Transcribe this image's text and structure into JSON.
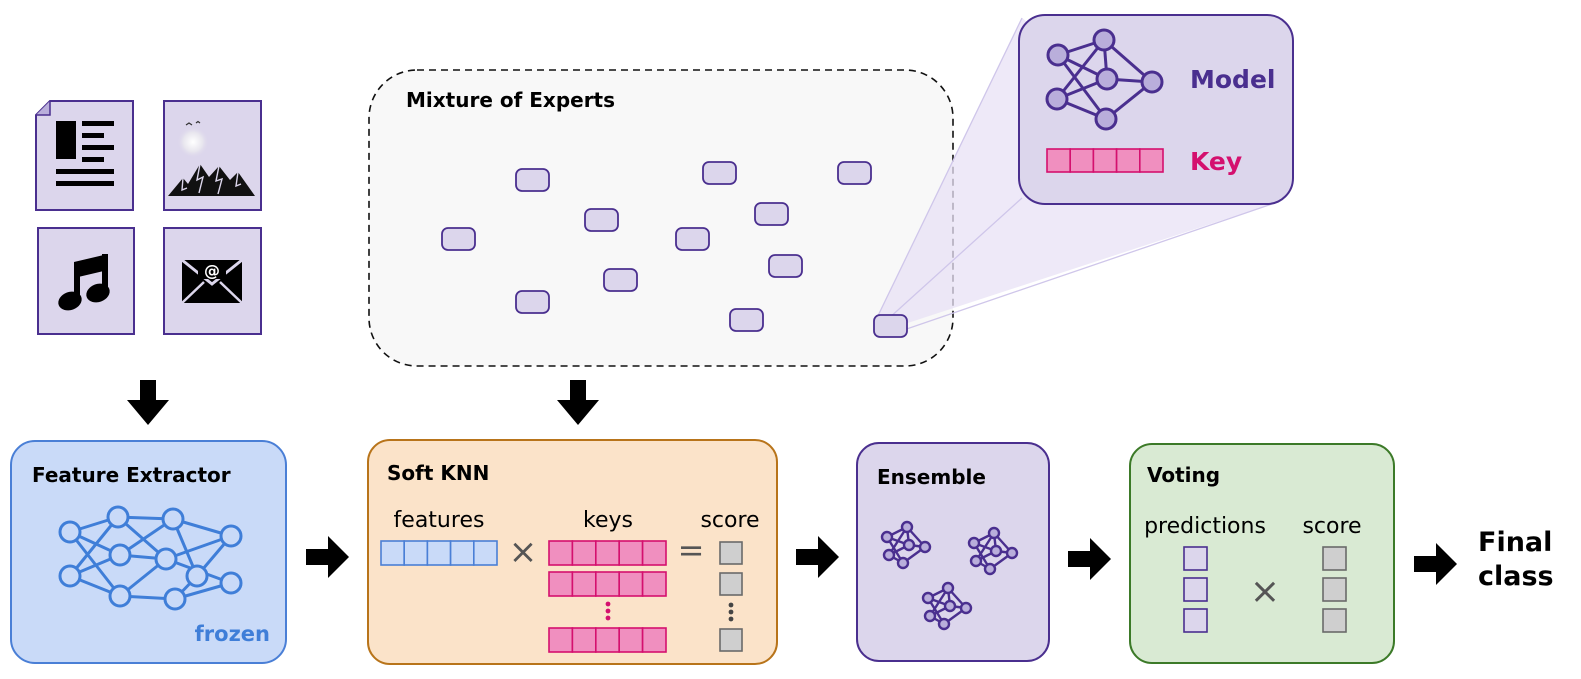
{
  "moe": {
    "title": "Mixture of Experts"
  },
  "zoom": {
    "model_label": "Model",
    "key_label": "Key"
  },
  "feature_extractor": {
    "title": "Feature Extractor",
    "tag": "frozen"
  },
  "soft_knn": {
    "title": "Soft KNN",
    "features_label": "features",
    "keys_label": "keys",
    "score_label": "score",
    "times_symbol": "×",
    "equals_symbol": "="
  },
  "ensemble": {
    "title": "Ensemble"
  },
  "voting": {
    "title": "Voting",
    "predictions_label": "predictions",
    "score_label": "score",
    "times_symbol": "×"
  },
  "output": {
    "line1": "Final",
    "line2": "class"
  },
  "inputs": {
    "icons": [
      "document-icon",
      "image-icon",
      "music-icon",
      "email-icon"
    ],
    "email_symbol": "@"
  },
  "colors": {
    "purple_fill": "#dcd6ec",
    "purple_stroke": "#4a2f8f",
    "blue_fill": "#c9daf8",
    "blue_stroke": "#4a7fd6",
    "orange_fill": "#fbe3c9",
    "orange_stroke": "#b8741a",
    "green_fill": "#d9ead3",
    "green_stroke": "#3c7a28",
    "pink_fill": "#f08fbf",
    "pink_stroke": "#d4106e",
    "key_text": "#d4106e",
    "frozen_text": "#3f7ed8",
    "model_text": "#4a2f8f",
    "gray_fill": "#cfcfcf",
    "gray_stroke": "#6a6a6a"
  }
}
